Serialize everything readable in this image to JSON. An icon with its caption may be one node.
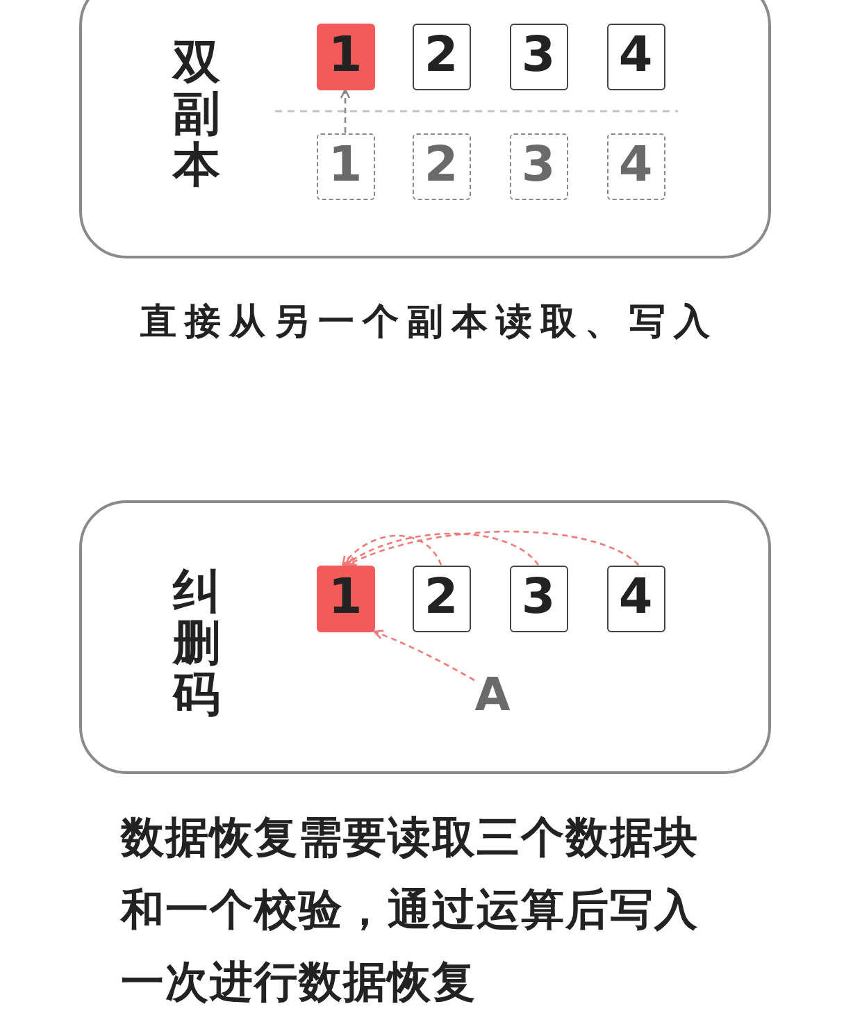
{
  "diagram": {
    "nodes": [
      {
        "text": [
          "双副本"
        ]
      },
      {
        "text": [
          "1"
        ],
        "in": 0
      },
      {
        "text": [
          "2"
        ],
        "in": 0
      },
      {
        "text": [
          "3"
        ],
        "in": 0
      },
      {
        "text": [
          "4"
        ],
        "in": 0
      },
      {
        "text": [
          "1"
        ],
        "in": 0
      },
      {
        "text": [
          "2"
        ],
        "in": 0
      },
      {
        "text": [
          "3"
        ],
        "in": 0
      },
      {
        "text": [
          "4"
        ],
        "in": 0
      },
      {
        "text": [
          "纠删码"
        ]
      },
      {
        "text": [
          "1"
        ],
        "in": 9
      },
      {
        "text": [
          "2"
        ],
        "in": 9
      },
      {
        "text": [
          "3"
        ],
        "in": 9
      },
      {
        "text": [
          "4"
        ],
        "in": 9
      },
      {
        "text": [
          "A"
        ],
        "in": 9
      }
    ],
    "edges": [
      {
        "from": 5,
        "to": 1,
        "arrow": "to",
        "style": "dashed",
        "color": "#888888"
      },
      {
        "from": 11,
        "to": 10,
        "arrow": "to",
        "style": "dashed"
      },
      {
        "from": 12,
        "to": 10,
        "arrow": "to",
        "style": "dashed"
      },
      {
        "from": 13,
        "to": 10,
        "arrow": "to",
        "style": "dashed"
      },
      {
        "from": 14,
        "to": 10,
        "arrow": "to",
        "style": "dashed"
      }
    ],
    "labels": [
      "直接从另一个副本读取、写入",
      "数据恢复需要读取三个数据块和一个校验，通过运算后写入一次进行数据恢复"
    ]
  }
}
